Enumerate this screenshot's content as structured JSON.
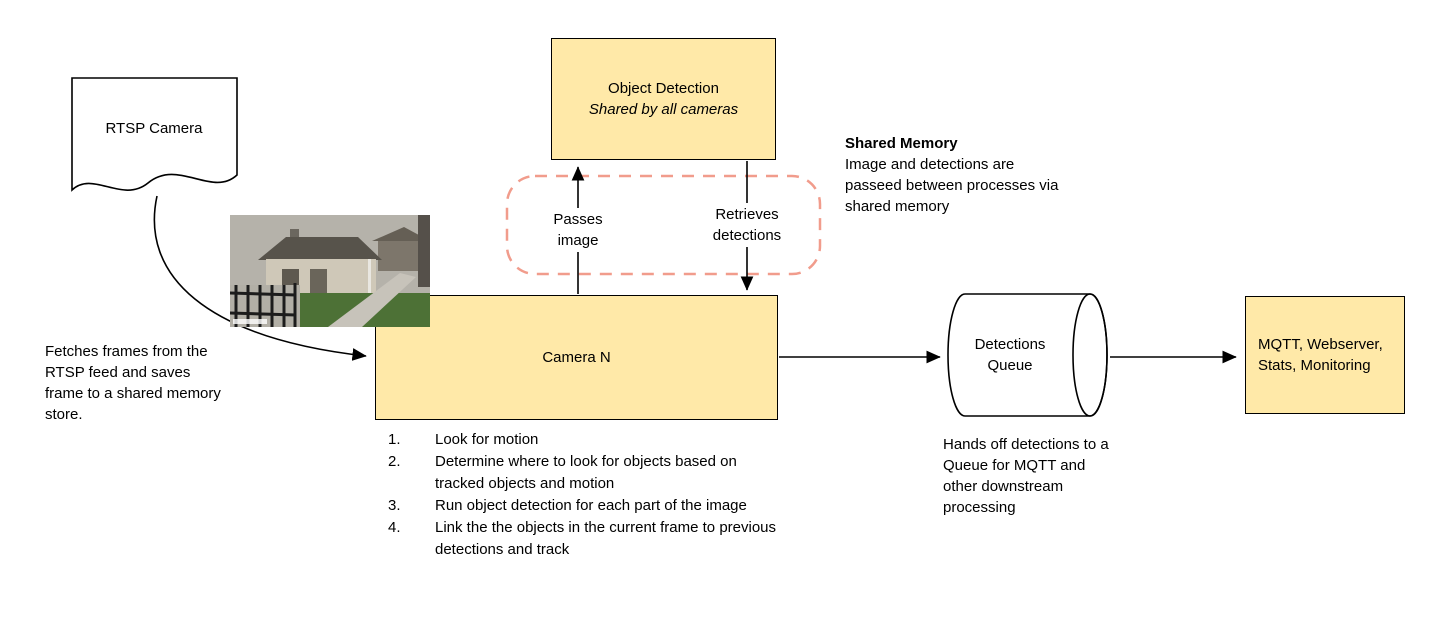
{
  "diagram": {
    "rtsp": {
      "label": "RTSP Camera",
      "note": "Fetches frames from the RTSP feed and saves frame to a shared memory store."
    },
    "object_detection": {
      "title": "Object Detection",
      "subtitle": "Shared by all cameras"
    },
    "shared_memory": {
      "title": "Shared Memory",
      "body": "Image and detections are passeed between processes via shared memory"
    },
    "edges": {
      "passes_image": "Passes image",
      "retrieves_detections": "Retrieves detections"
    },
    "camera": {
      "label": "Camera N",
      "steps": [
        {
          "num": "1.",
          "text": "Look for motion"
        },
        {
          "num": "2.",
          "text": "Determine where to look for objects based on tracked objects and motion"
        },
        {
          "num": "3.",
          "text": "Run object detection for each part of the image"
        },
        {
          "num": "4.",
          "text": "Link the the objects in the current frame to previous detections and track"
        }
      ]
    },
    "queue": {
      "label": "Detections Queue",
      "note": "Hands off detections to a Queue for MQTT and other downstream processing"
    },
    "outputs": {
      "label": "MQTT, Webserver, Stats, Monitoring"
    },
    "colors": {
      "box_fill": "#ffe9a8",
      "box_stroke": "#000000",
      "dashed_stroke": "#f19c8c",
      "arrow": "#000000"
    }
  }
}
